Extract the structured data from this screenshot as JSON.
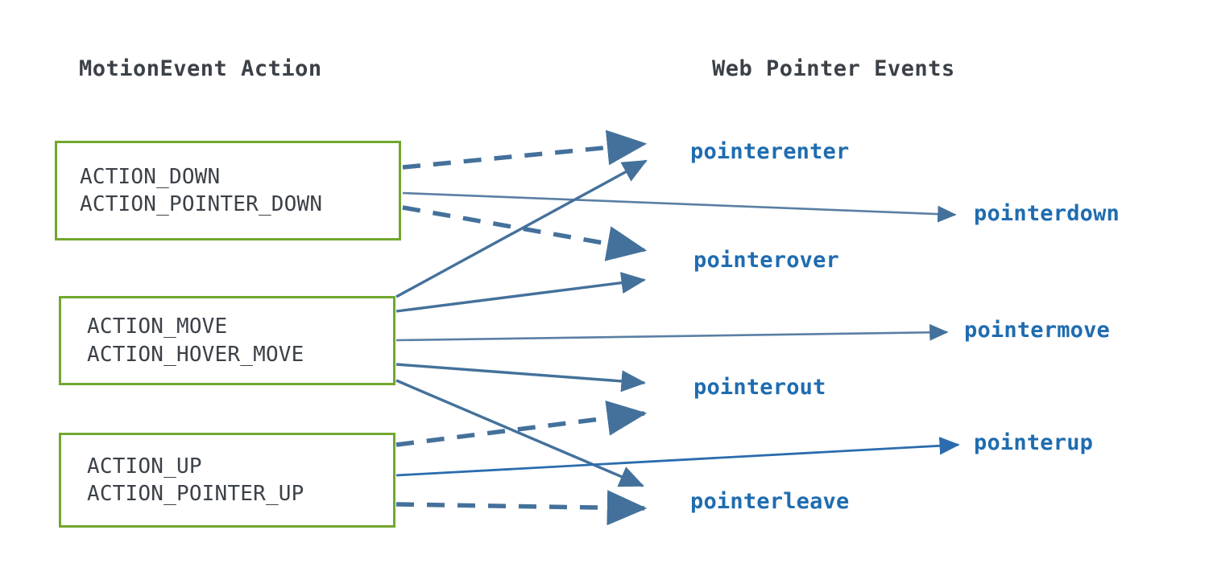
{
  "diagram": {
    "title_left": "MotionEvent Action",
    "title_right": "Web Pointer Events",
    "colors": {
      "box_border": "#72A72E",
      "box_text": "#3c4148",
      "event_text": "#1F6CB0",
      "edge_solid": "#44719B",
      "edge_dashed": "#44719B",
      "background": "#ffffff"
    }
  },
  "action_boxes": [
    {
      "id": "down",
      "lines": [
        "ACTION_DOWN",
        "ACTION_POINTER_DOWN"
      ]
    },
    {
      "id": "move",
      "lines": [
        "ACTION_MOVE",
        "ACTION_HOVER_MOVE"
      ]
    },
    {
      "id": "up",
      "lines": [
        "ACTION_UP",
        "ACTION_POINTER_UP"
      ]
    }
  ],
  "pointer_events": [
    {
      "id": "pointerenter",
      "label": "pointerenter"
    },
    {
      "id": "pointerdown",
      "label": "pointerdown"
    },
    {
      "id": "pointerover",
      "label": "pointerover"
    },
    {
      "id": "pointermove",
      "label": "pointermove"
    },
    {
      "id": "pointerout",
      "label": "pointerout"
    },
    {
      "id": "pointerup",
      "label": "pointerup"
    },
    {
      "id": "pointerleave",
      "label": "pointerleave"
    }
  ],
  "edges": [
    {
      "from": "down",
      "to": "pointerenter",
      "style": "dashed"
    },
    {
      "from": "down",
      "to": "pointerdown",
      "style": "solid"
    },
    {
      "from": "down",
      "to": "pointerover",
      "style": "dashed"
    },
    {
      "from": "move",
      "to": "pointerenter",
      "style": "solid"
    },
    {
      "from": "move",
      "to": "pointerover",
      "style": "solid"
    },
    {
      "from": "move",
      "to": "pointermove",
      "style": "solid"
    },
    {
      "from": "move",
      "to": "pointerout",
      "style": "solid"
    },
    {
      "from": "move",
      "to": "pointerleave",
      "style": "solid"
    },
    {
      "from": "up",
      "to": "pointerout",
      "style": "dashed"
    },
    {
      "from": "up",
      "to": "pointerup",
      "style": "solid"
    },
    {
      "from": "up",
      "to": "pointerleave",
      "style": "dashed"
    }
  ]
}
